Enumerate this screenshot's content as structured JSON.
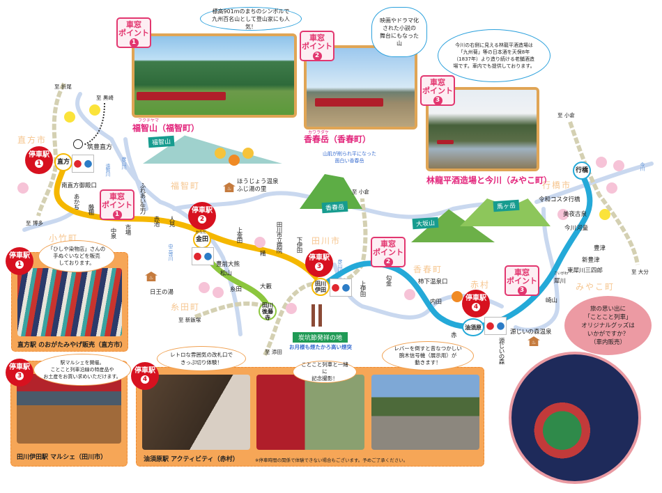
{
  "window_points": [
    {
      "label": "車窓\nポイント",
      "num": "1",
      "bubble": "標高901mのまちのシンボルで\n九州百名山として登山家にも人気！",
      "caption": "福智山（福智町）",
      "ruby": "フクチヤマ"
    },
    {
      "label": "車窓\nポイント",
      "num": "2",
      "bubble": "映画やドラマ化\nされた小説の\n舞台にもなった山",
      "caption": "香春岳（香春町）",
      "ruby": "カワラダケ"
    },
    {
      "label": "車窓\nポイント",
      "num": "3",
      "bubble": "今川の右側に見える林龍平酒造場は\n「九州菊」等の日本酒を天保8年\n（1837年）より造り続ける老舗酒造\n場です。車内でも提供しております。",
      "caption": "林龍平酒造場と今川（みやこ町）"
    }
  ],
  "stop_badges": [
    {
      "label": "停車駅",
      "num": "1"
    },
    {
      "label": "停車駅",
      "num": "2"
    },
    {
      "label": "停車駅",
      "num": "3"
    },
    {
      "label": "停車駅",
      "num": "4"
    }
  ],
  "stations": {
    "nogata": "直方",
    "minaminogata": "南直方御殿口",
    "akaji": "あかぢ",
    "fujitana": "藤棚",
    "nakaizumi": "中泉",
    "ichiba": "市場",
    "fureai": "ふれあい生力",
    "akaike": "赤池",
    "hitomi": "人見",
    "kanada": "金田",
    "kanada_ruby": "かなだ",
    "kamikanada": "上金田",
    "hoshii": "糒",
    "byoin": "田川市立病院",
    "shimoita": "下伊田",
    "ita": "田川\n伊田",
    "buzen": "豊前大熊",
    "matsuyama": "松山",
    "itoda": "糸田",
    "oyabu": "大藪",
    "gotoji": "田川\n後藤寺",
    "kamiita": "上伊田",
    "magari": "勾金",
    "kakishita": "柿下温泉口",
    "uchida": "内田",
    "aka": "赤",
    "yusubaru": "油須原",
    "genjii": "源じいの森",
    "sakiyama": "崎山",
    "saigawa": "犀川",
    "saigawa_ruby": "さいがわ",
    "higashisaigawa": "東犀川三四郎",
    "shintoyotsu": "新豊津",
    "toyotsu": "豊津",
    "imagawa": "今川河童",
    "miyako": "美夜古泉",
    "reiwa": "令和コスタ行橋",
    "yukuhashi": "行橋",
    "chikuho": "筑豊直方"
  },
  "towns": [
    "直方市",
    "福智町",
    "小竹町",
    "田川市",
    "香春町",
    "赤村",
    "糸田町",
    "行橋市",
    "みやこ町"
  ],
  "directions": [
    "至 折尾",
    "至 黒崎",
    "至 博多",
    "至 小倉",
    "至 小倉",
    "至 新飯塚",
    "至 添田",
    "至 大分"
  ],
  "rivers": [
    "遠賀川",
    "彦山川",
    "中元寺川",
    "彦山川",
    "今川"
  ],
  "mountains": [
    "福智山",
    "香春岳",
    "大坂山",
    "馬ヶ岳"
  ],
  "spots": {
    "houjou": "ほうじょう温泉\nふじ湯の里",
    "hiou": "日王の湯",
    "genjii_onsen": "源じいの森温泉",
    "tankou": "炭坑節発祥の地",
    "tankou_sub": "お月様も煙たかろ高い煙突",
    "kawara_note": "山肌が削られ平になった\n面白い香春岳"
  },
  "panels": [
    {
      "num": "1",
      "bubble": "「ひしや染物店」さんの\n手ぬぐいなどを販売\nしております。",
      "title": "直方駅 のおがたみやげ販売（直方市）"
    },
    {
      "num": "3",
      "bubble": "駅マルシェを開催。\nことこと列車沿線の特産品や\nお土産をお買い求めいただけます。",
      "title": "田川伊田駅 マルシェ（田川市）"
    },
    {
      "num": "4",
      "bubble": "レトロな雰囲気の改札口で\nきっぷ切り体験！",
      "bubble2": "ことこと列車と一緒に\n記念撮影！",
      "bubble3": "レバーを倒すと昔なつかしい\n腕木信号機（展示用）が\n動きます！",
      "title": "油須原駅 アクティビティ（赤村）",
      "note": "※停車時間の関係で体験できない場合もございます。予めご了承ください。"
    }
  ],
  "goods": {
    "bubble": "旅の思い出に\n「ことこと列車」\nオリジナルグッズは\nいかがですか？\n（車内販売）"
  },
  "colors": {
    "pink": "#e2237a",
    "red": "#d7111f",
    "yellow_line": "#f5b700",
    "green_line": "#8cc63e",
    "blue_line": "#24a9d8",
    "panel": "#f6a657"
  }
}
